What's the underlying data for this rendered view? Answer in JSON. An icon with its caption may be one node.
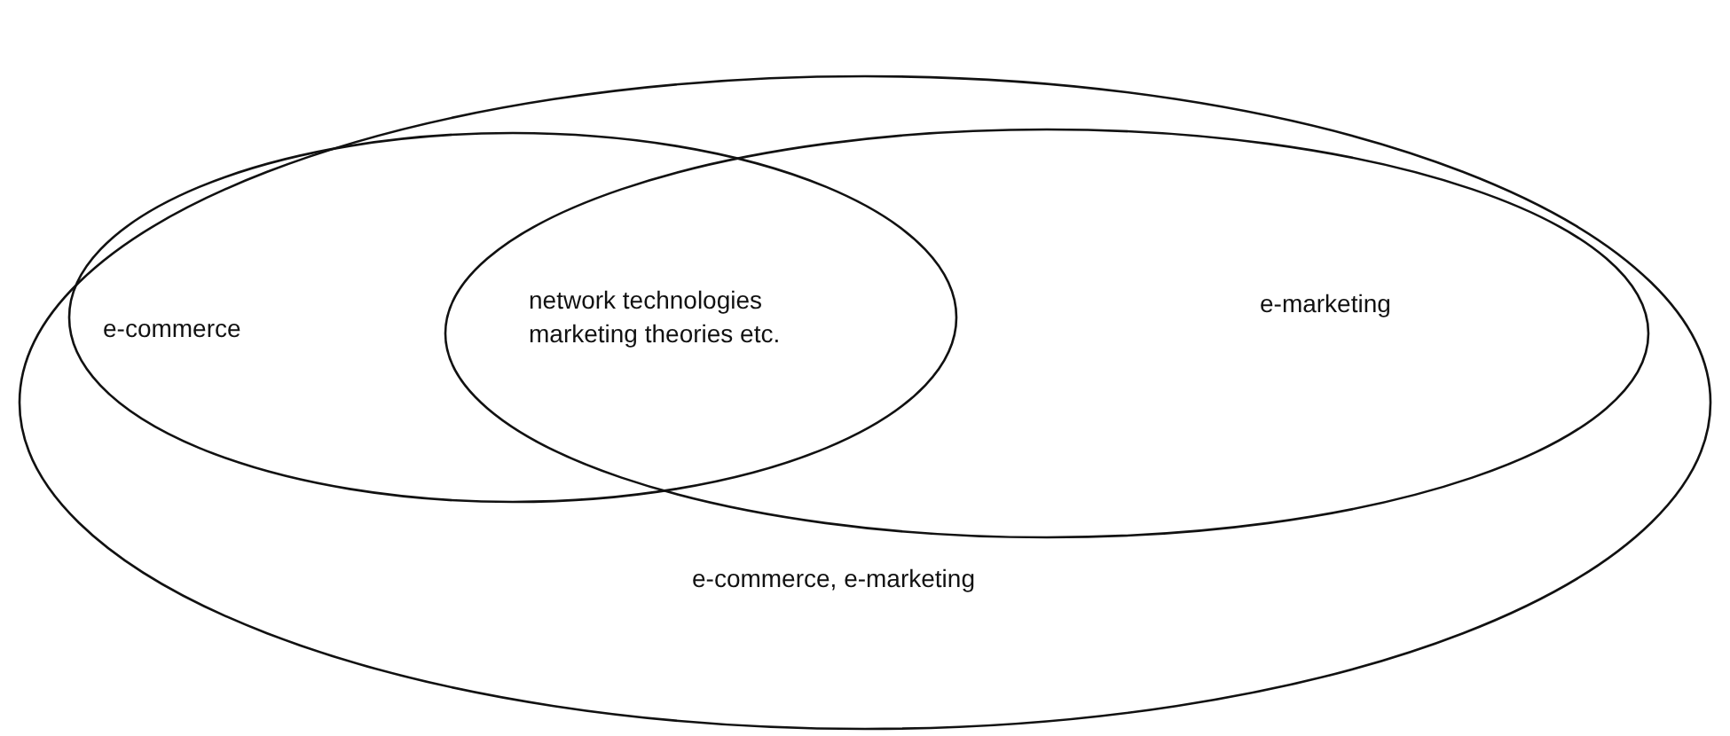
{
  "diagram": {
    "nodes": [
      {
        "text": [
          "e-commerce, e-marketing"
        ]
      },
      {
        "text": [
          "e-commerce"
        ],
        "in": 0
      },
      {
        "text": [
          "e-marketing"
        ],
        "in": 0
      }
    ],
    "edges": [],
    "labels": [
      "network technologies marketing theories etc."
    ]
  }
}
